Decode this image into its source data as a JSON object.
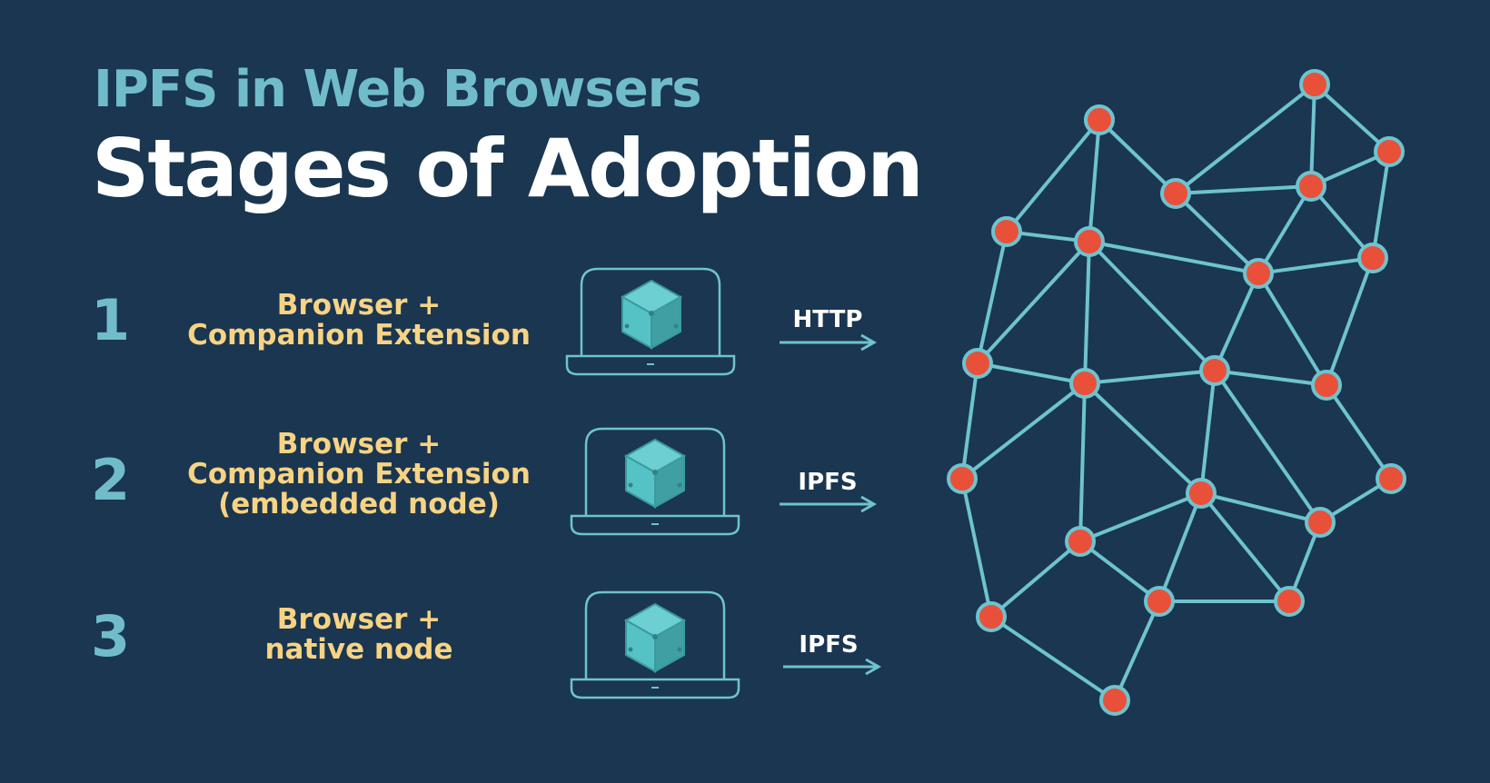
{
  "header": {
    "subtitle": "IPFS in Web Browsers",
    "title": "Stages of Adoption"
  },
  "stages": [
    {
      "number": "1",
      "lines": [
        "Browser +",
        "Companion Extension"
      ],
      "protocol": "HTTP"
    },
    {
      "number": "2",
      "lines": [
        "Browser +",
        "Companion Extension",
        "(embedded node)"
      ],
      "protocol": "IPFS"
    },
    {
      "number": "3",
      "lines": [
        "Browser +",
        "native node"
      ],
      "protocol": "IPFS"
    }
  ],
  "icons": {
    "device": "laptop-icon",
    "node": "ipfs-cube-icon",
    "network": "network-graph"
  },
  "colors": {
    "background": "#1a3650",
    "accent": "#71bccb",
    "stage_text": "#f7d384",
    "title": "#ffffff",
    "network_node": "#e8503a",
    "network_edge": "#6ec3ce"
  }
}
